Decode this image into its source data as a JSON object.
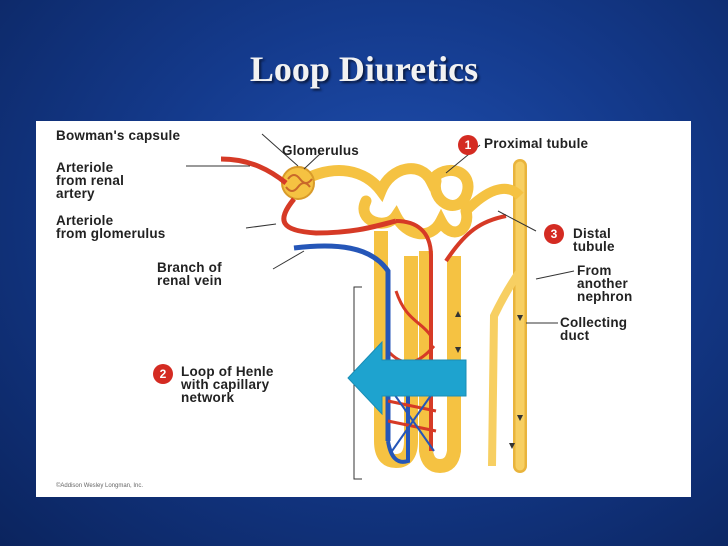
{
  "slide": {
    "title": "Loop Diuretics"
  },
  "diagram": {
    "labels": {
      "bowmans_capsule": "Bowman's capsule",
      "glomerulus": "Glomerulus",
      "arteriole_renal": "Arteriole\nfrom renal\nartery",
      "arteriole_glomerulus": "Arteriole\nfrom glomerulus",
      "branch_renal_vein": "Branch of\nrenal vein",
      "loop_of_henle": "Loop of Henle\nwith capillary\nnetwork",
      "proximal_tubule": "Proximal tubule",
      "distal_tubule": "Distal\ntubule",
      "from_another_nephron": "From\nanother\nnephron",
      "collecting_duct": "Collecting\nduct"
    },
    "badges": {
      "proximal": "1",
      "loop": "2",
      "distal": "3"
    },
    "copyright": "©Addison Wesley Longman, Inc."
  },
  "colors": {
    "background": "#143a8c",
    "tubule": "#f5c242",
    "artery": "#d63a26",
    "vein": "#2556b8",
    "badge": "#d42b22",
    "pointer_arrow": "#1ea3cf"
  }
}
